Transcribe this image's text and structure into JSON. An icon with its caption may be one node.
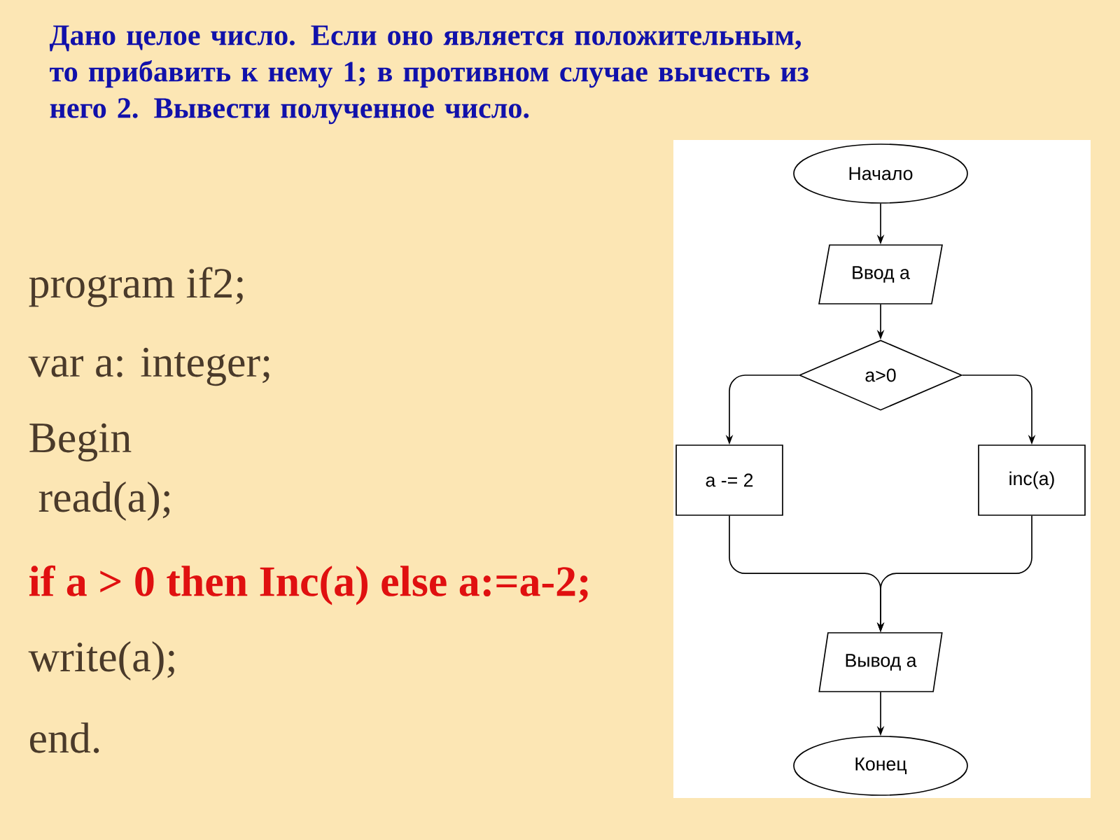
{
  "diagram": {
    "title": "Дано целое число. Если оно является положительным, то прибавить к нему 1; в противном случае вычесть из него 2. Вывести полученное число.",
    "nodes": [
      {
        "text": [
          "Начало"
        ]
      },
      {
        "text": [
          "Ввод а"
        ]
      },
      {
        "text": [
          "a>0"
        ]
      },
      {
        "text": [
          "a -= 2"
        ]
      },
      {
        "text": [
          "inc(a)"
        ]
      },
      {
        "text": [
          "Вывод а"
        ]
      },
      {
        "text": [
          "Конец"
        ]
      }
    ],
    "edges": [
      {
        "from": 0,
        "to": 1,
        "arrow": "to"
      },
      {
        "from": 1,
        "to": 2,
        "arrow": "to"
      },
      {
        "from": 2,
        "to": 3,
        "arrow": "to"
      },
      {
        "from": 2,
        "to": 4,
        "arrow": "to"
      },
      {
        "from": 3,
        "to": 5,
        "arrow": "to"
      },
      {
        "from": 4,
        "to": 5,
        "arrow": "to"
      },
      {
        "from": 5,
        "to": 6,
        "arrow": "to"
      }
    ],
    "labels": [
      "program if2;",
      "var a: integer;",
      "Begin",
      "read(a);",
      "if a > 0 then Inc(a) else a:=a-2;",
      "write(a);",
      "end."
    ]
  }
}
